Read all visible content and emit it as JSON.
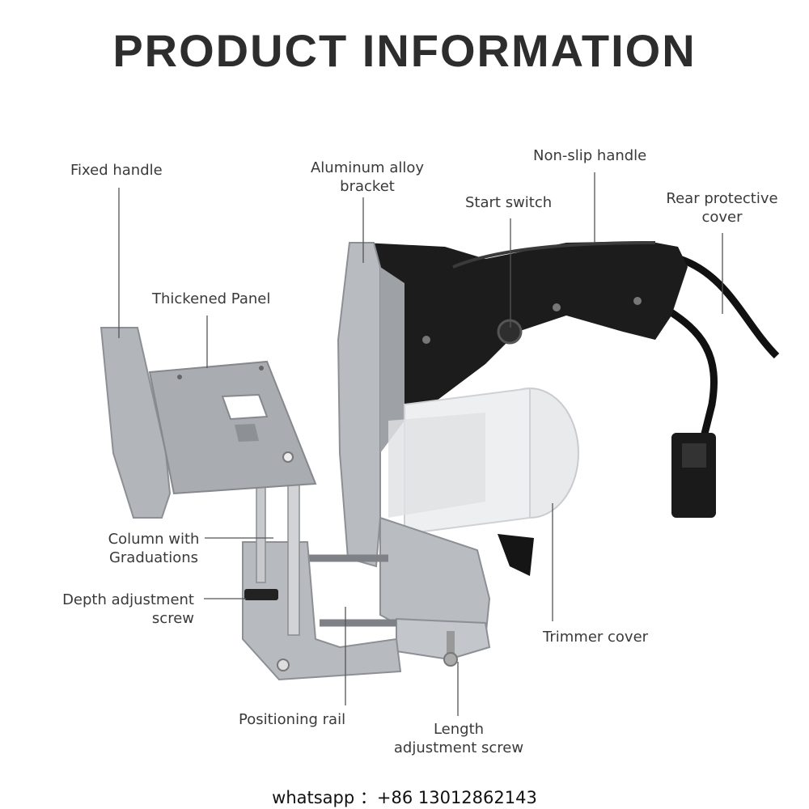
{
  "title": "PRODUCT INFORMATION",
  "labels": {
    "fixed_handle": "Fixed handle",
    "aluminum_bracket_1": "Aluminum alloy",
    "aluminum_bracket_2": "bracket",
    "non_slip_handle": "Non-slip handle",
    "start_switch": "Start switch",
    "rear_cover_1": "Rear protective",
    "rear_cover_2": "cover",
    "thickened_panel": "Thickened Panel",
    "column_1": "Column with",
    "column_2": "Graduations",
    "depth_screw_1": "Depth adjustment",
    "depth_screw_2": "screw",
    "trimmer_cover": "Trimmer cover",
    "positioning_rail": "Positioning rail",
    "length_screw_1": "Length",
    "length_screw_2": "adjustment screw"
  },
  "footer": {
    "contact": "whatsapp  ：+86 13012862143"
  }
}
